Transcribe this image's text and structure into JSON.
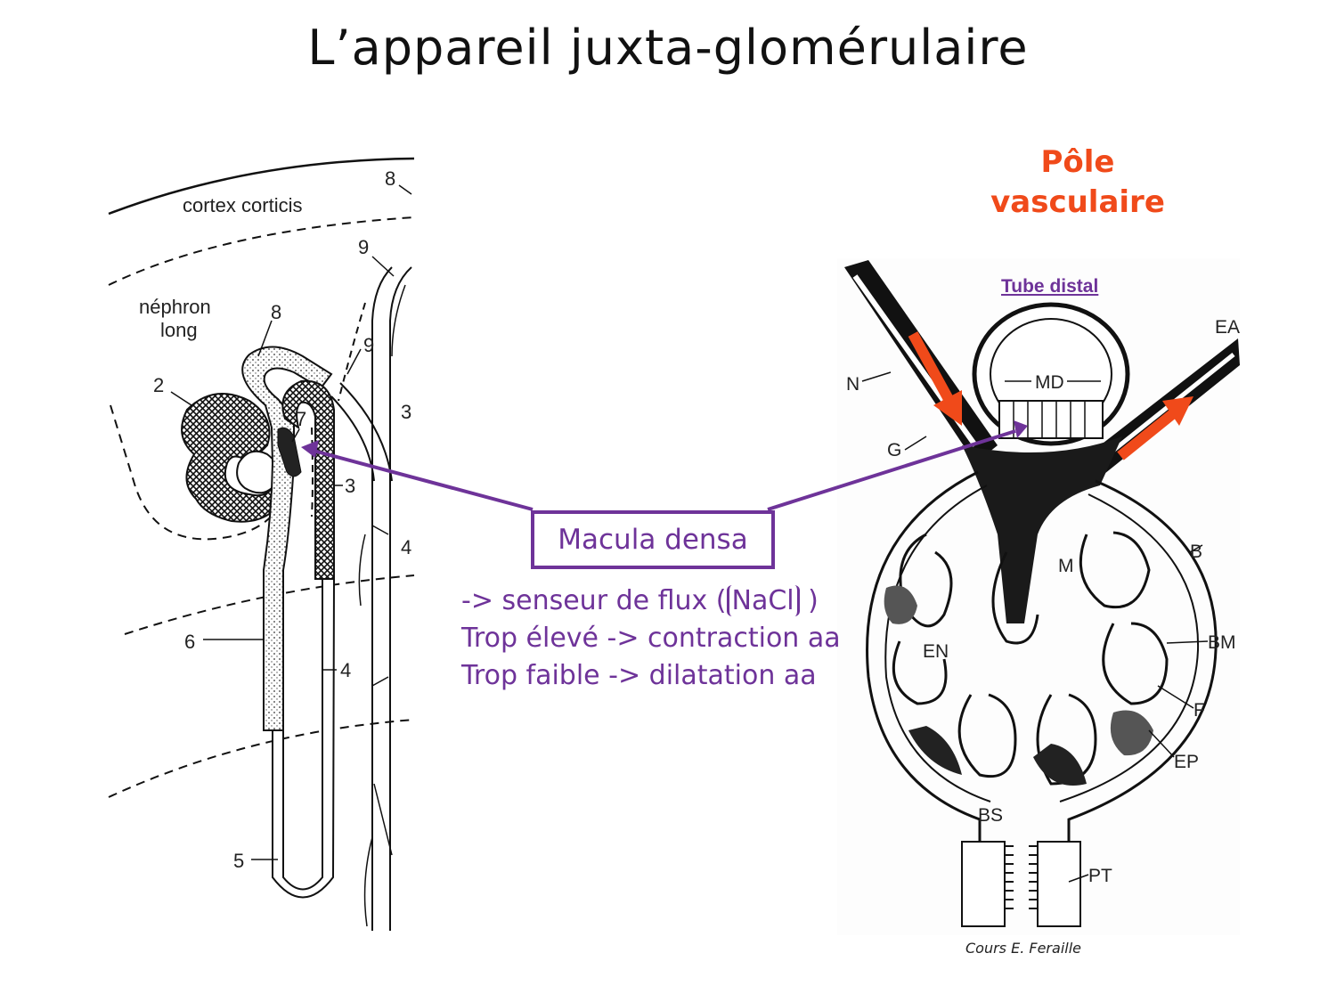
{
  "title": "L’appareil juxta-glomérulaire",
  "pole_vasculaire": [
    "Pôle",
    "vasculaire"
  ],
  "macula_densa": "Macula densa",
  "notes": {
    "line1_prefix": "-> senseur de flux (",
    "line1_nacl": "NaCl",
    "line1_suffix": " )",
    "line2": "Trop élevé -> contraction aa",
    "line3": "Trop faible -> dilatation aa"
  },
  "credit": "Cours E. Feraille",
  "left_figure": {
    "region_cortex": "cortex corticis",
    "nephron_label": [
      "néphron",
      "long"
    ],
    "numbers": {
      "n2": "2",
      "n3a": "3",
      "n3b": "3",
      "n4a": "4",
      "n4b": "4",
      "n5": "5",
      "n6": "6",
      "n7": "7",
      "n8a": "8",
      "n8b": "8",
      "n9a": "9",
      "n9b": "9"
    }
  },
  "right_figure": {
    "tube_distal": "Tube distal",
    "labels": {
      "EA": "EA",
      "MD": "MD",
      "N": "N",
      "G": "G",
      "M": "M",
      "B": "B",
      "BM": "BM",
      "EN": "EN",
      "F": "F",
      "EP": "EP",
      "BS": "BS",
      "PT": "PT"
    }
  },
  "colors": {
    "purple": "#6e3399",
    "orange": "#f04a1a"
  }
}
